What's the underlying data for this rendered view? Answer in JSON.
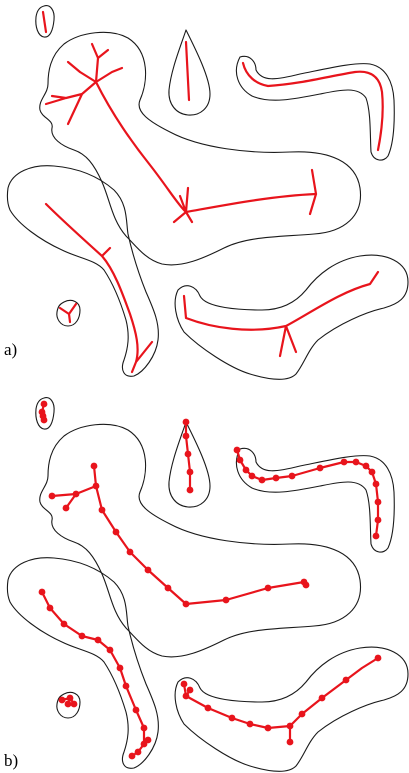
{
  "panels": [
    {
      "label": "a)",
      "style": "continuous medial-axis skeleton"
    },
    {
      "label": "b)",
      "style": "graph skeleton with nodes"
    }
  ],
  "colors": {
    "outline": "#1a1a1a",
    "skeleton": "#e8141c",
    "background": "#ffffff"
  },
  "shapes": [
    "tiny-blob",
    "teardrop",
    "hook",
    "large-body",
    "left-limb",
    "small-blob",
    "lower-right-limb"
  ]
}
